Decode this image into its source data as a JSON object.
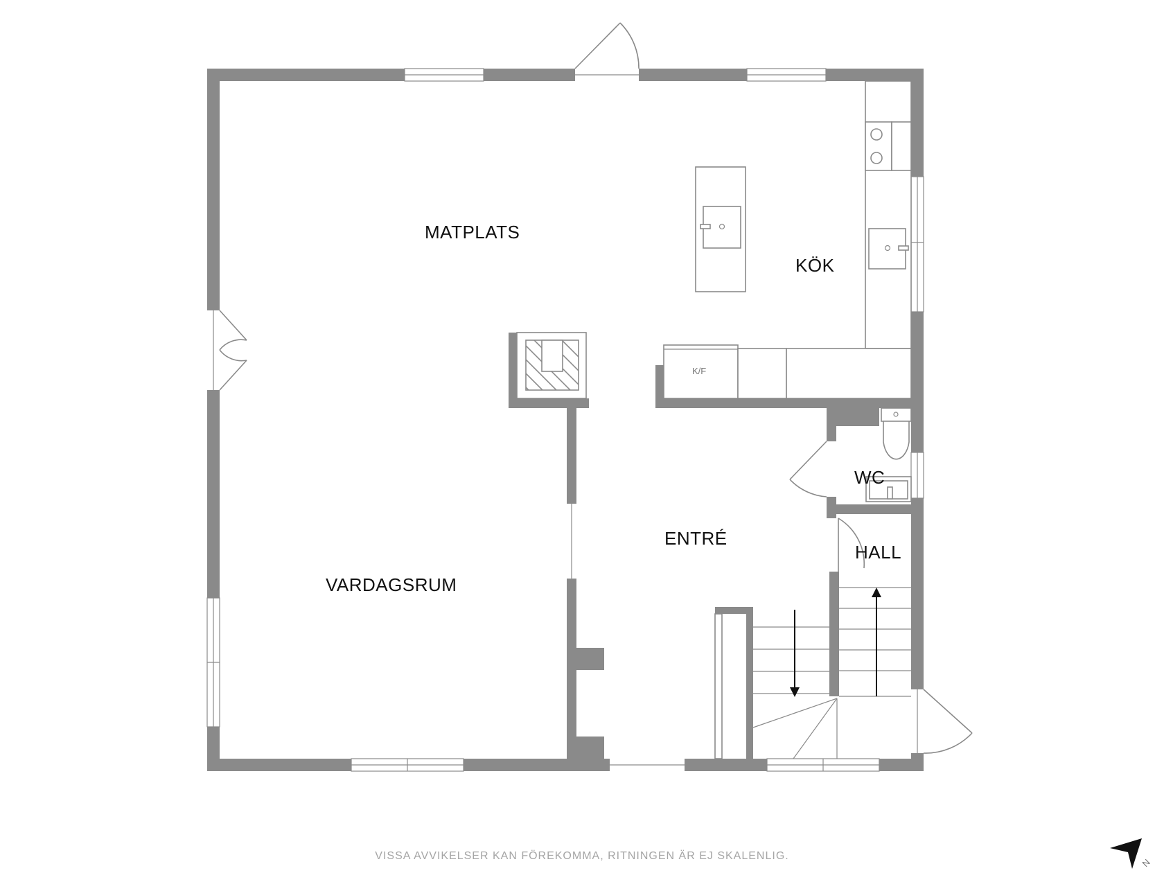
{
  "rooms": {
    "matplats": "MATPLATS",
    "kok": "KÖK",
    "vardagsrum": "VARDAGSRUM",
    "entre": "ENTRÉ",
    "wc": "WC",
    "hall": "HALL"
  },
  "fixtures": {
    "fridge_freezer": "K/F"
  },
  "compass": {
    "north": "N"
  },
  "disclaimer": "VISSA AVVIKELSER KAN FÖREKOMMA, RITNINGEN ÄR EJ SKALENLIG.",
  "colors": {
    "wall": "#8a8a8a",
    "text": "#111111",
    "disclaimer": "#a5a5a5"
  }
}
